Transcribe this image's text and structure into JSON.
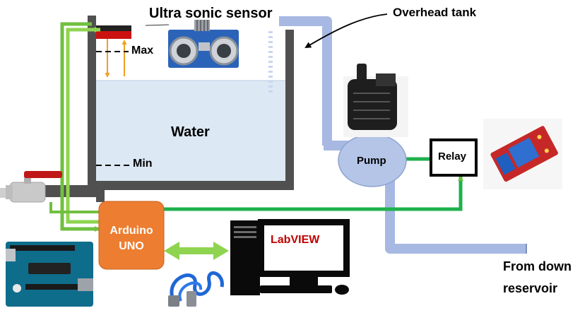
{
  "labels": {
    "sensor": "Ultra sonic sensor",
    "overhead_tank": "Overhead tank",
    "max": "Max",
    "min": "Min",
    "water": "Water",
    "pump": "Pump",
    "relay": "Relay",
    "arduino_line1": "Arduino",
    "arduino_line2": "UNO",
    "labview": "LabVIEW",
    "reservoir_line1": "From down",
    "reservoir_line2": "reservoir"
  },
  "colors": {
    "tank_wall": "#505050",
    "water": "#dce8f4",
    "pipe": "#a7b8e2",
    "pump": "#b4c5e7",
    "arduino": "#ed7d31",
    "signal_green": "#70c040",
    "link_green": "#8fd450",
    "sensor_red": "#cc1111",
    "sensor_beam": "#f0a020",
    "labview_red": "#c00000"
  },
  "icons": {
    "sensor_board": "ultrasonic-sensor-icon",
    "water_pump": "water-pump-icon",
    "relay_module": "relay-module-icon",
    "arduino_board": "arduino-board-icon",
    "usb_cable": "usb-cable-icon",
    "computer": "computer-icon",
    "valve": "valve-icon"
  }
}
